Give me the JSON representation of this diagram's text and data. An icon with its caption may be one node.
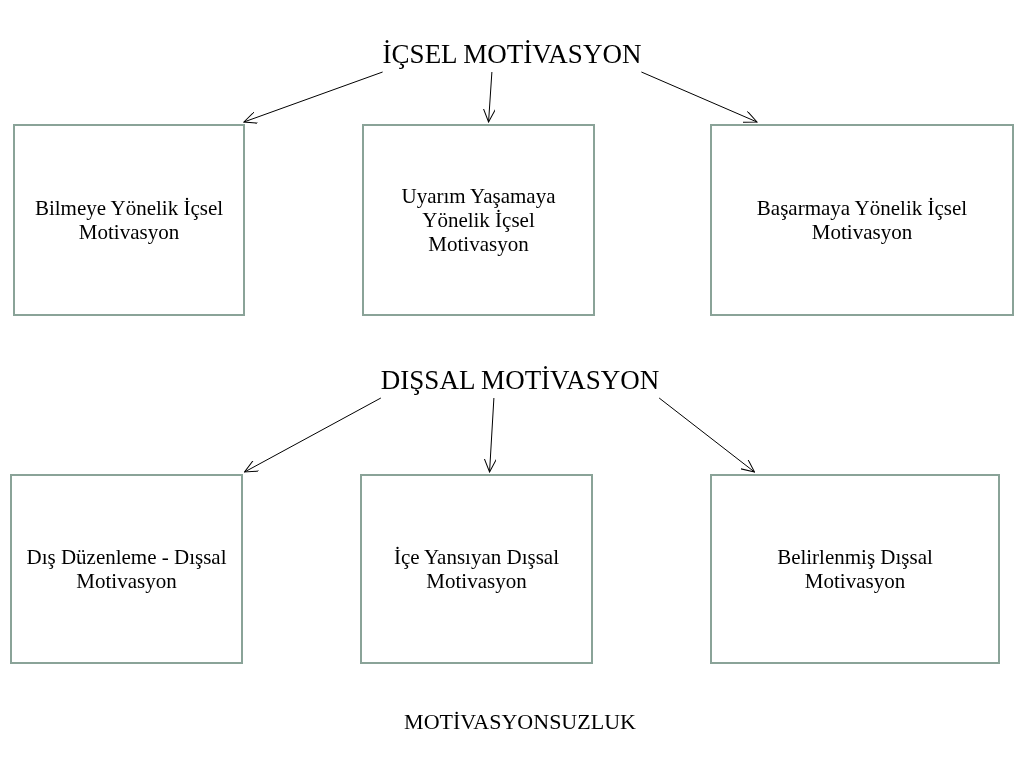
{
  "diagram": {
    "nodes": [
      {
        "text": [
          "İÇSEL MOTİVASYON"
        ]
      },
      {
        "text": [
          "Bilmeye Yönelik İçsel Motivasyon"
        ]
      },
      {
        "text": [
          "Uyarım Yaşamaya Yönelik İçsel Motivasyon"
        ]
      },
      {
        "text": [
          "Başarmaya Yönelik İçsel Motivasyon"
        ]
      },
      {
        "text": [
          "DIŞSAL MOTİVASYON"
        ]
      },
      {
        "text": [
          "Dış Düzenleme - Dışsal Motivasyon"
        ]
      },
      {
        "text": [
          "İçe Yansıyan Dışsal Motivasyon"
        ]
      },
      {
        "text": [
          "Belirlenmiş Dışsal Motivasyon"
        ]
      }
    ],
    "edges": [
      {
        "from": 0,
        "to": 1,
        "arrow": "to"
      },
      {
        "from": 0,
        "to": 2,
        "arrow": "to"
      },
      {
        "from": 0,
        "to": 3,
        "arrow": "to"
      },
      {
        "from": 4,
        "to": 5,
        "arrow": "to"
      },
      {
        "from": 4,
        "to": 6,
        "arrow": "to"
      },
      {
        "from": 4,
        "to": 7,
        "arrow": "to"
      }
    ],
    "labels": [
      "MOTİVASYONSUZLUK"
    ]
  }
}
